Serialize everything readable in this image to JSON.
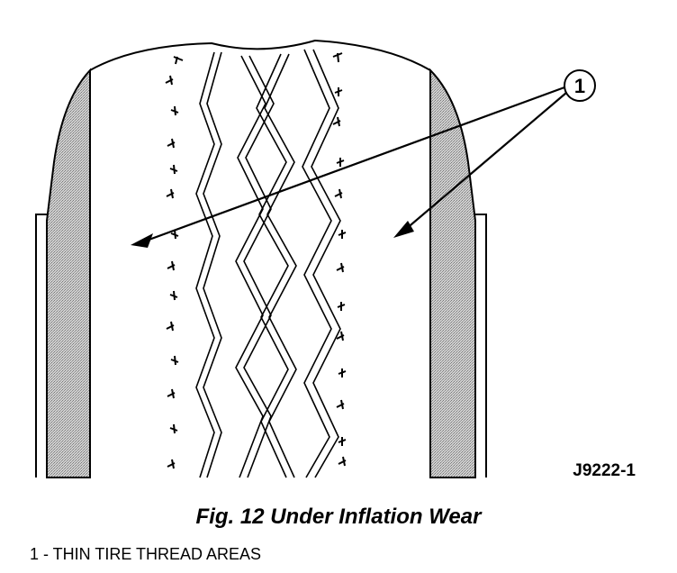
{
  "figure": {
    "callout_number": "1",
    "figure_code": "J9222-1"
  },
  "caption": "Fig. 12 Under Inflation Wear",
  "legend": [
    "1 - THIN TIRE THREAD AREAS"
  ],
  "colors": {
    "line": "#000000",
    "sidewall_fill": "#bdbdbd",
    "background": "#ffffff"
  }
}
